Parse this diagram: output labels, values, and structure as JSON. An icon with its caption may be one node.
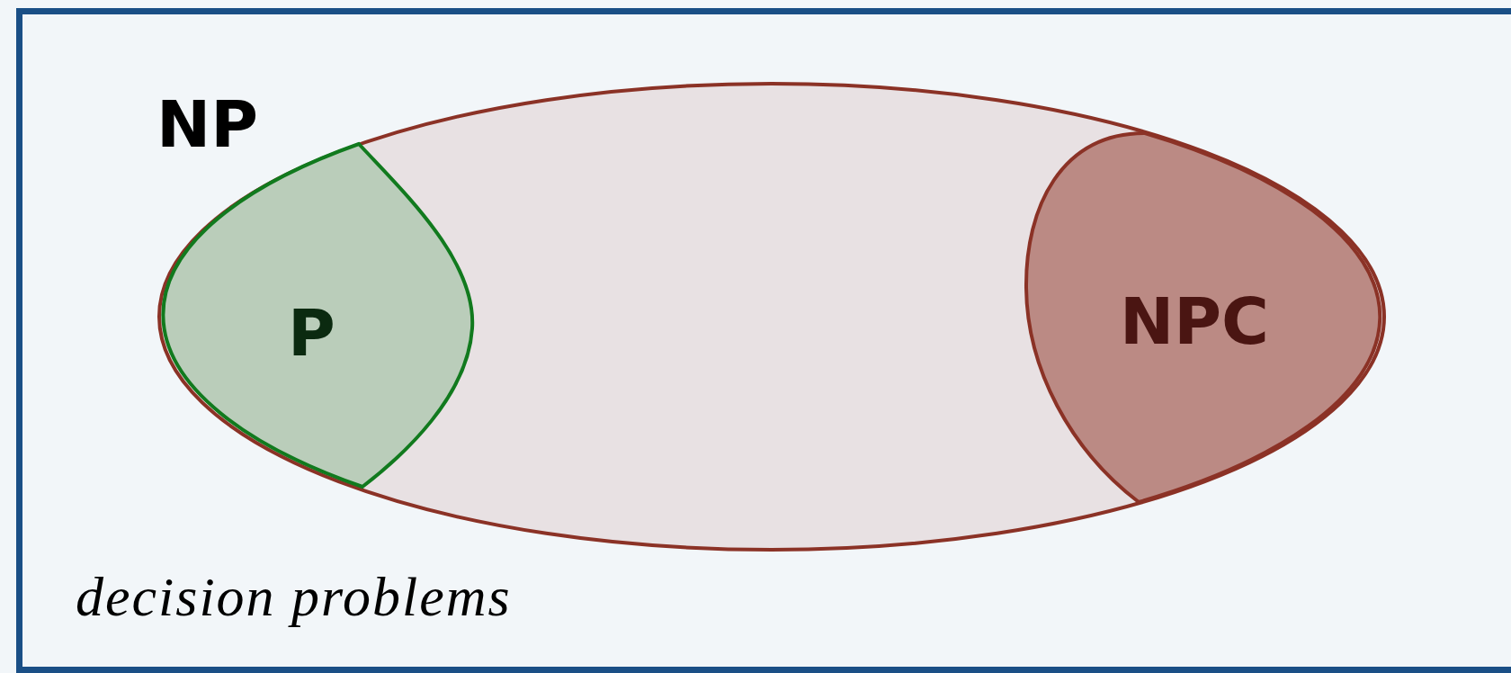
{
  "diagram": {
    "nodes": [
      {
        "text": [
          "decision problems"
        ]
      },
      {
        "text": [
          "NP"
        ],
        "in": 0
      },
      {
        "text": [
          "P"
        ],
        "in": 1
      },
      {
        "text": [
          "NPC"
        ],
        "in": 1
      }
    ]
  }
}
